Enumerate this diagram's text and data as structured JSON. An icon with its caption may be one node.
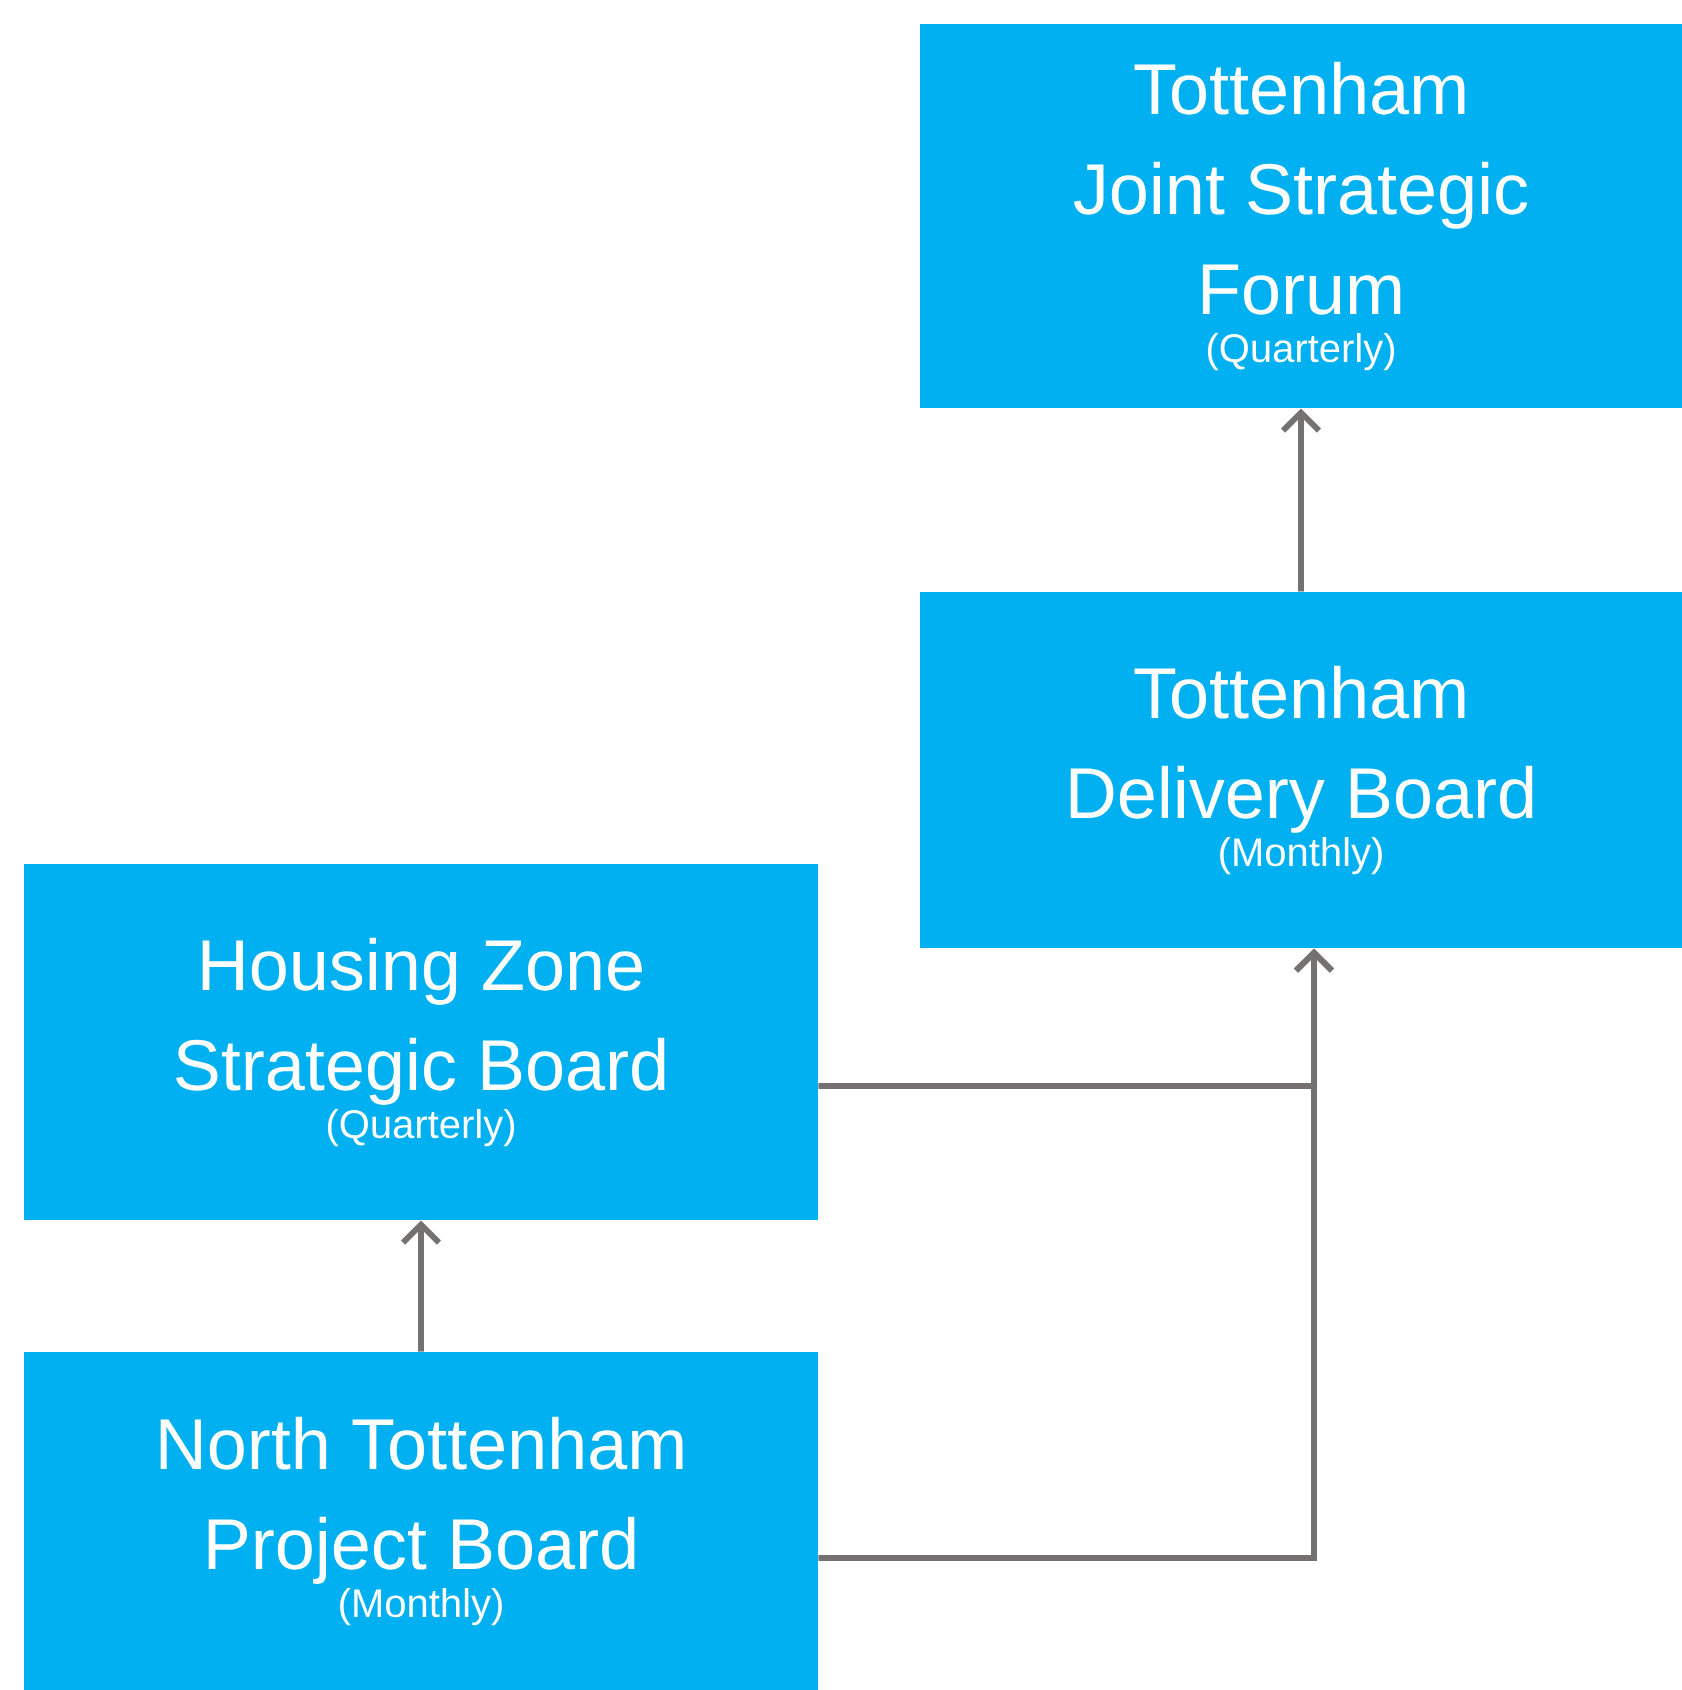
{
  "diagram": {
    "nodes": [
      {
        "text": [
          "Tottenham Joint Strategic Forum",
          "(Quarterly)"
        ]
      },
      {
        "text": [
          "Tottenham Delivery Board",
          "(Monthly)"
        ]
      },
      {
        "text": [
          "Housing Zone Strategic Board",
          "(Quarterly)"
        ]
      },
      {
        "text": [
          "North Tottenham Project Board",
          "(Monthly)"
        ]
      }
    ],
    "edges": [
      {
        "from": 1,
        "to": 0,
        "arrow": "to"
      },
      {
        "from": 2,
        "to": 1,
        "arrow": "to"
      },
      {
        "from": 3,
        "to": 2,
        "arrow": "to"
      },
      {
        "from": 3,
        "to": 1,
        "arrow": "to"
      }
    ]
  }
}
